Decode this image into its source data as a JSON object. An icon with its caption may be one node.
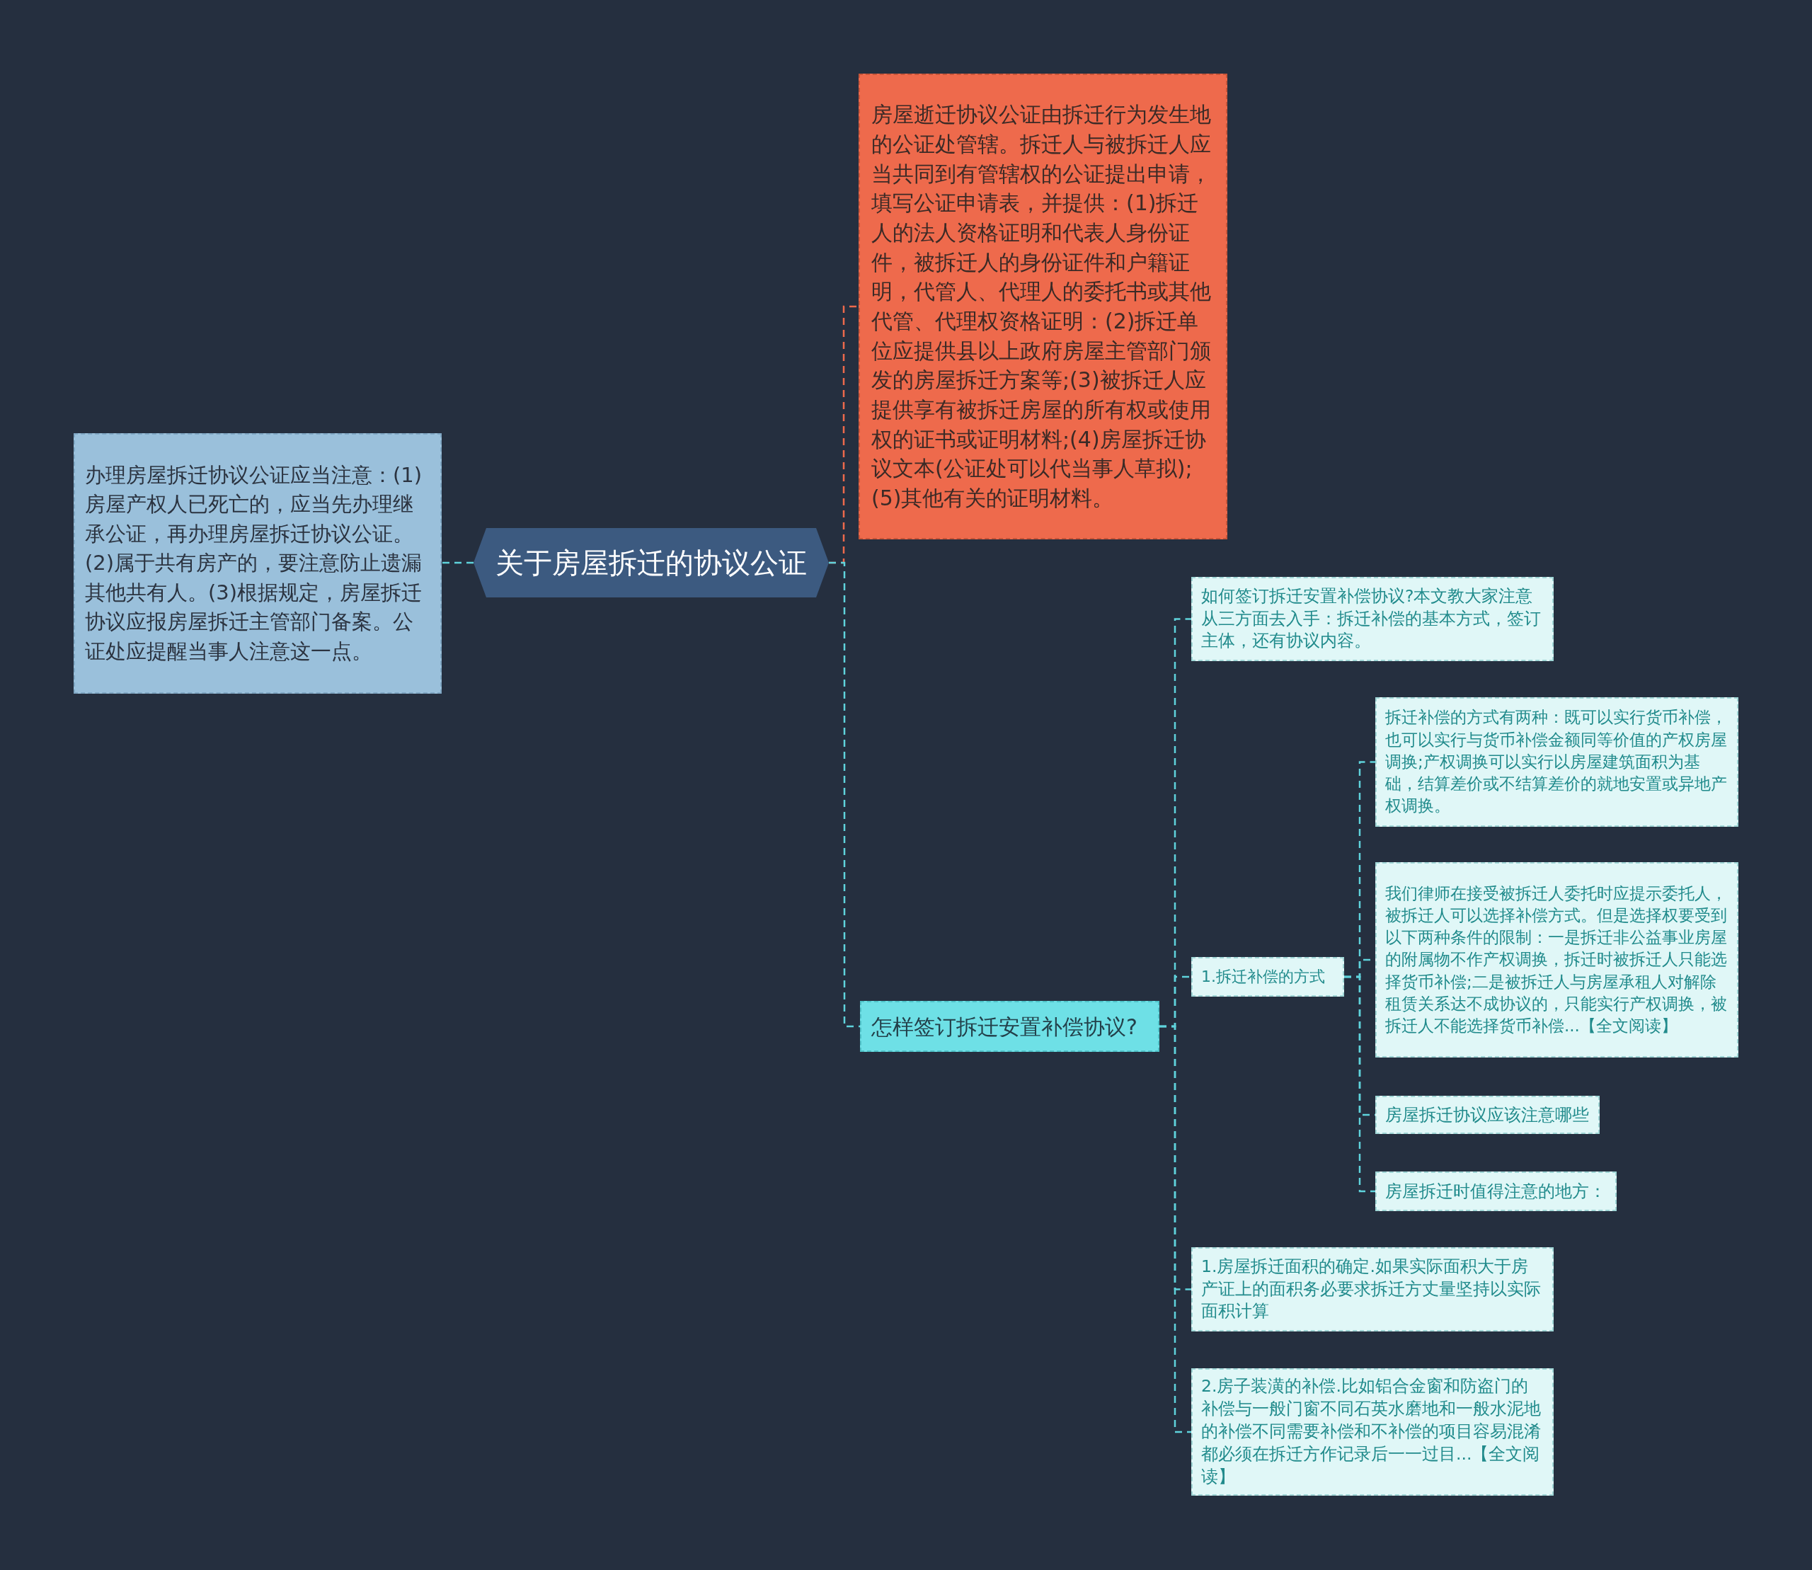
{
  "diagram": {
    "nodes": [
      {
        "text": [
          "关于房屋拆迁的协议公证"
        ]
      },
      {
        "text": [
          "办理房屋拆迁协议公证应当注意：(1)房屋产权人已死亡的，应当先办理继承公证，再办理房屋拆迁协议公证。(2)属于共有房产的，要注意防止遗漏其他共有人。(3)根据规定，房屋拆迁协议应报房屋拆迁主管部门备案。公证处应提醒当事人注意这一点。"
        ]
      },
      {
        "text": [
          "房屋逝迁协议公证由拆迁行为发生地的公证处管辖。拆迁人与被拆迁人应当共同到有管辖权的公证提出申请，填写公证申请表，并提供：(1)拆迁人的法人资格证明和代表人身份证件，被拆迁人的身份证件和户籍证明，代管人、代理人的委托书或其他代管、代理权资格证明：(2)拆迁单位应提供县以上政府房屋主管部门颁发的房屋拆迁方案等;(3)被拆迁人应提供享有被拆迁房屋的所有权或使用权的证书或证明材料;(4)房屋拆迁协议文本(公证处可以代当事人草拟);(5)其他有关的证明材料。"
        ]
      },
      {
        "text": [
          "怎样签订拆迁安置补偿协议?"
        ]
      },
      {
        "text": [
          "如何签订拆迁安置补偿协议?本文教大家注意从三方面去入手：拆迁补偿的基本方式，签订主体，还有协议内容。"
        ]
      },
      {
        "text": [
          "1.拆迁补偿的方式"
        ]
      },
      {
        "text": [
          "拆迁补偿的方式有两种：既可以实行货币补偿，也可以实行与货币补偿金额同等价值的产权房屋调换;产权调换可以实行以房屋建筑面积为基础，结算差价或不结算差价的就地安置或异地产权调换。"
        ]
      },
      {
        "text": [
          "我们律师在接受被拆迁人委托时应提示委托人，被拆迁人可以选择补偿方式。但是选择权要受到以下两种条件的限制：一是拆迁非公益事业房屋的附属物不作产权调换，拆迁时被拆迁人只能选择货币补偿;二是被拆迁人与房屋承租人对解除租赁关系达不成协议的，只能实行产权调换，被拆迁人不能选择货币补偿...【全文阅读】"
        ]
      },
      {
        "text": [
          "房屋拆迁协议应该注意哪些"
        ]
      },
      {
        "text": [
          "房屋拆迁时值得注意的地方："
        ]
      },
      {
        "text": [
          "1.房屋拆迁面积的确定.如果实际面积大于房产证上的面积务必要求拆迁方丈量坚持以实际面积计算"
        ]
      },
      {
        "text": [
          "2.房子装潢的补偿.比如铝合金窗和防盗门的补偿与一般门窗不同石英水磨地和一般水泥地的补偿不同需要补偿和不补偿的项目容易混淆都必须在拆迁方作记录后一一过目...【全文阅读】"
        ]
      }
    ],
    "edges": [
      {
        "from": 0,
        "to": 1,
        "arrow": "none",
        "style": "dashed"
      },
      {
        "from": 0,
        "to": 2,
        "arrow": "none",
        "style": "dashed",
        "color": "#ee6a4c"
      },
      {
        "from": 0,
        "to": 3,
        "arrow": "none",
        "style": "dashed"
      },
      {
        "from": 3,
        "to": 4,
        "arrow": "none",
        "style": "dashed"
      },
      {
        "from": 3,
        "to": 5,
        "arrow": "none",
        "style": "dashed"
      },
      {
        "from": 5,
        "to": 6,
        "arrow": "none",
        "style": "dashed"
      },
      {
        "from": 5,
        "to": 7,
        "arrow": "none",
        "style": "dashed"
      },
      {
        "from": 5,
        "to": 8,
        "arrow": "none",
        "style": "dashed"
      },
      {
        "from": 5,
        "to": 9,
        "arrow": "none",
        "style": "dashed"
      },
      {
        "from": 3,
        "to": 10,
        "arrow": "none",
        "style": "dashed"
      },
      {
        "from": 3,
        "to": 11,
        "arrow": "none",
        "style": "dashed"
      }
    ]
  }
}
